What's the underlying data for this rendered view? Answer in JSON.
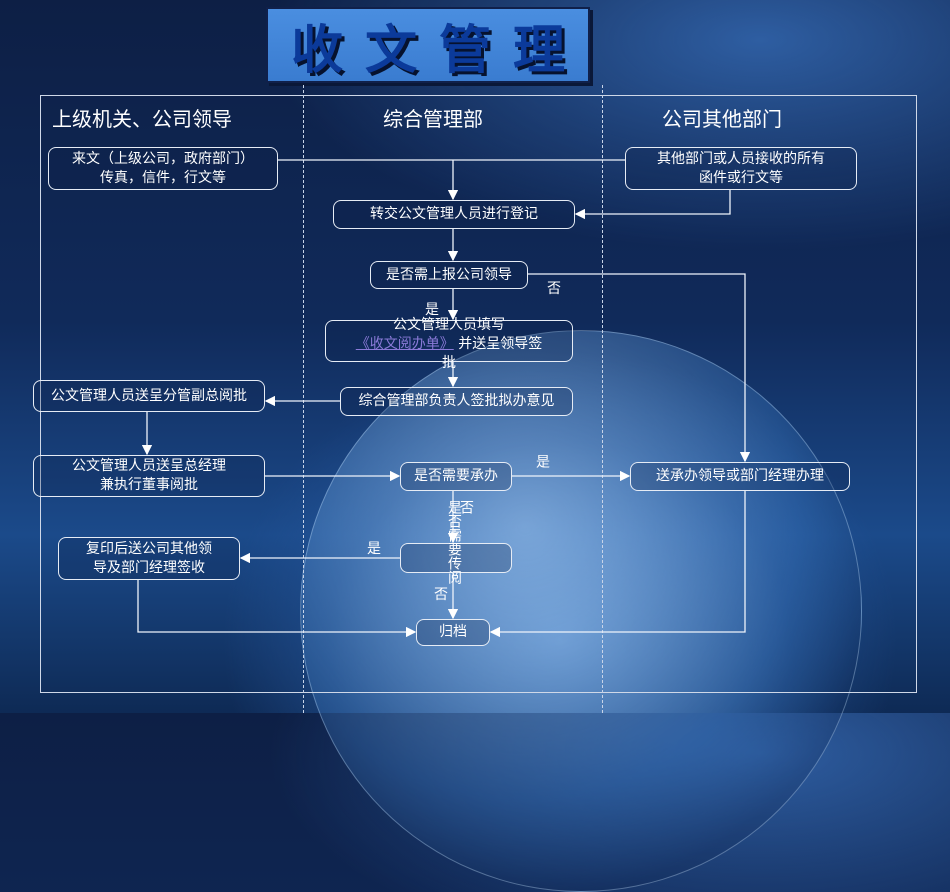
{
  "title": "收文管理",
  "columns": [
    "上级机关、公司领导",
    "综合管理部",
    "公司其他部门"
  ],
  "nodes": {
    "incoming_docs": [
      "来文（上级公司，政府部门）",
      "传真，信件，行文等"
    ],
    "other_dept_docs": [
      "其他部门或人员接收的所有",
      "函件或行文等"
    ],
    "register": "转交公文管理人员进行登记",
    "report_decision": "是否需上报公司领导",
    "fill_form": {
      "line1": "公文管理人员填写",
      "link": "《收文阅办单》",
      "rest": "并送呈领导签",
      "line3": "批"
    },
    "dept_head_sign": "综合管理部负责人签批拟办意见",
    "vp_review": "公文管理人员送呈分管副总阅批",
    "gm_review": [
      "公文管理人员送呈总经理",
      "兼执行董事阅批"
    ],
    "handle_decision": "是否需要承办",
    "send_handler": "送承办领导或部门经理办理",
    "circulate_decision": "是否需要传阅",
    "copy_send": [
      "复印后送公司其他领",
      "导及部门经理签收"
    ],
    "archive": "归档"
  },
  "edge_labels": {
    "yes": "是",
    "no": "否"
  }
}
